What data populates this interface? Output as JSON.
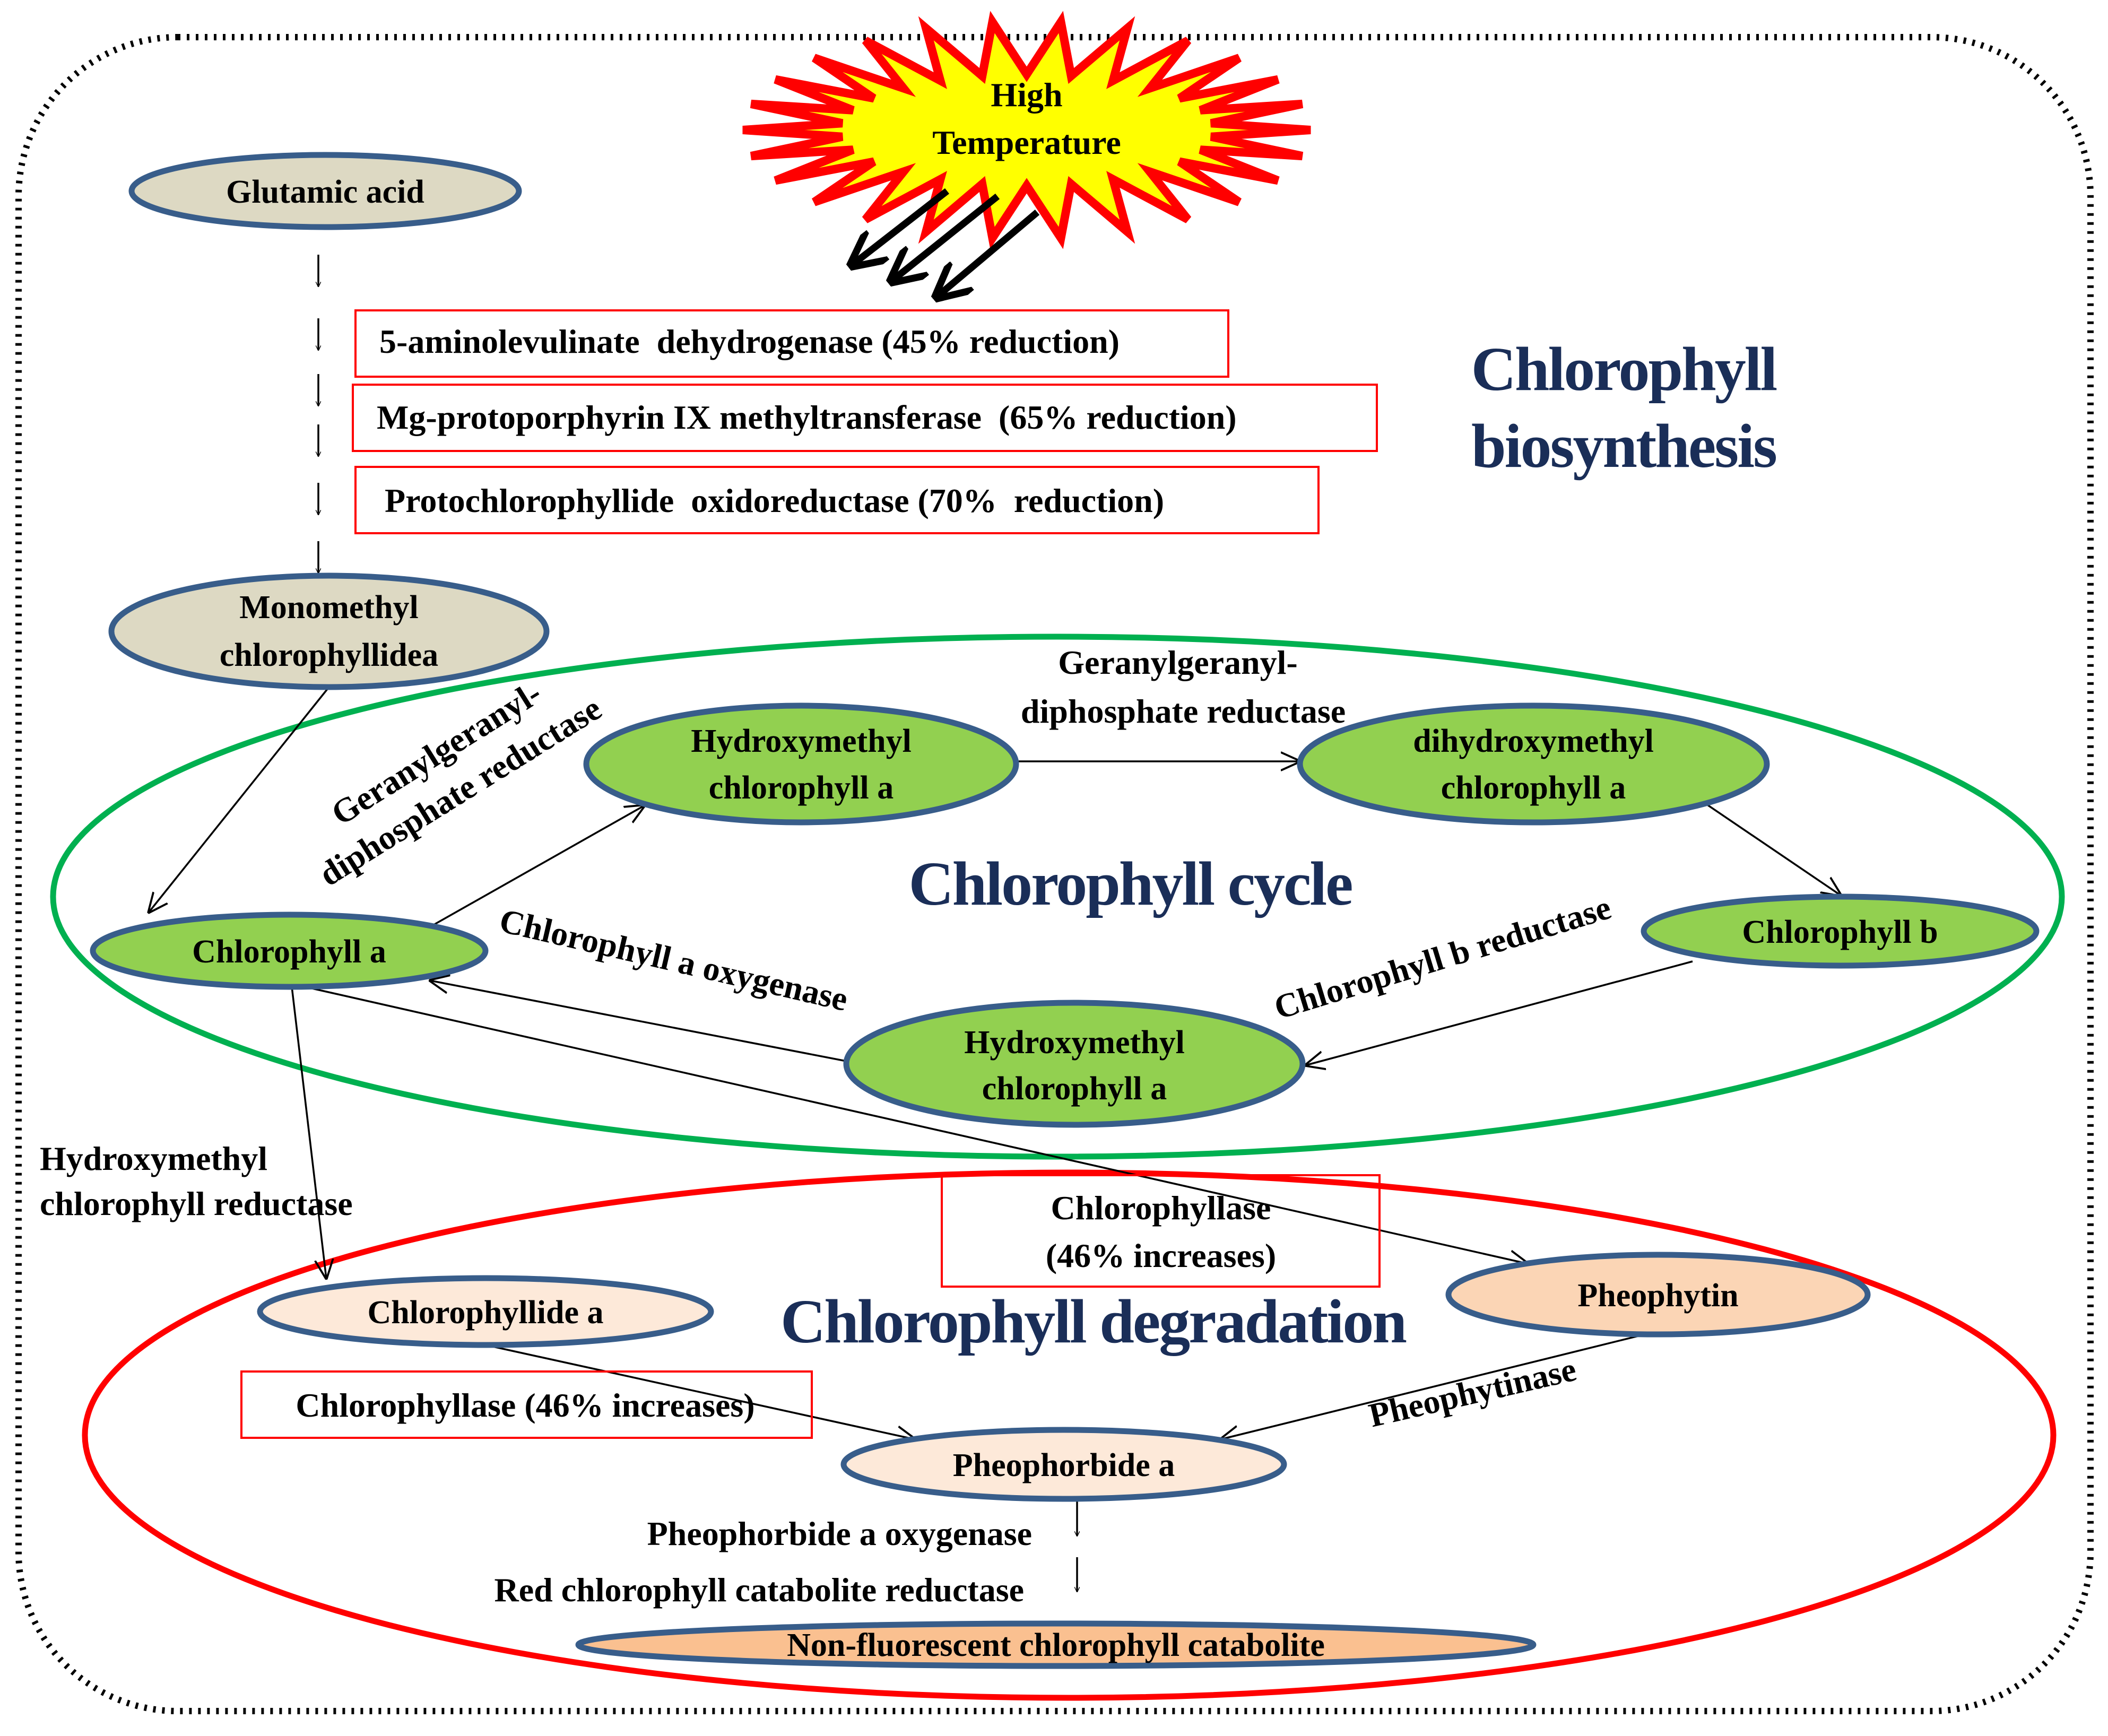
{
  "trigger": {
    "line1": "High",
    "line2": "Temperature"
  },
  "titles": {
    "biosynthesis_line1": "Chlorophyll",
    "biosynthesis_line2": "biosynthesis",
    "cycle": "Chlorophyll cycle",
    "degradation": "Chlorophyll degradation"
  },
  "nodes": {
    "glutamic_acid": "Glutamic acid",
    "monomethyl_line1": "Monomethyl",
    "monomethyl_line2": "chlorophyllidea",
    "chl_a": "Chlorophyll a",
    "hydroxymethyl_top_line1": "Hydroxymethyl",
    "hydroxymethyl_top_line2": "chlorophyll a",
    "dihydroxymethyl_line1": "dihydroxymethyl",
    "dihydroxymethyl_line2": "chlorophyll a",
    "chl_b": "Chlorophyll b",
    "hydroxymethyl_bottom_line1": "Hydroxymethyl",
    "hydroxymethyl_bottom_line2": "chlorophyll a",
    "chlorophyllide_a": "Chlorophyllide a",
    "pheophytin": "Pheophytin",
    "pheophorbide_a": "Pheophorbide a",
    "ncc": "Non-fluorescent chlorophyll catabolite"
  },
  "enzymes": {
    "ala_dehydrogenase": "5-aminolevulinate  dehydrogenase (45% reduction)",
    "mg_methyltransferase": "Mg-protoporphyrin IX methyltransferase  (65% reduction)",
    "pcor": "Protochlorophyllide  oxidoreductase (70%  reduction)",
    "ggdr_left_line1": "Geranylgeranyl-",
    "ggdr_left_line2": "diphosphate reductase",
    "ggdr_top_line1": "Geranylgeranyl-",
    "ggdr_top_line2": "diphosphate reductase",
    "chl_a_oxygenase": "Chlorophyll a oxygenase",
    "chl_b_reductase": "Chlorophyll b reductase",
    "hmc_reductase_line1": "Hydroxymethyl",
    "hmc_reductase_line2": "chlorophyll reductase",
    "chlorophyllase_box_line1": "Chlorophyllase",
    "chlorophyllase_box_line2": "(46% increases)",
    "chlorophyllase_left": "Chlorophyllase (46% increases)",
    "pheophytinase": "Pheophytinase",
    "pheophorbide_oxygenase": "Pheophorbide a oxygenase",
    "rcc_reductase": "Red chlorophyll catabolite reductase"
  },
  "colors": {
    "node_green": "#92d050",
    "node_grey": "#ddd9c3",
    "node_pink": "#fde9d9",
    "node_peach": "#fbd5b5",
    "node_orange": "#fac090",
    "node_outline": "#385d8a",
    "cycle_ring": "#00b050",
    "degradation_ring": "#ff0000",
    "title_navy": "#1a2e58",
    "burst_fill": "#ffff00",
    "burst_outline": "#ff0000"
  }
}
